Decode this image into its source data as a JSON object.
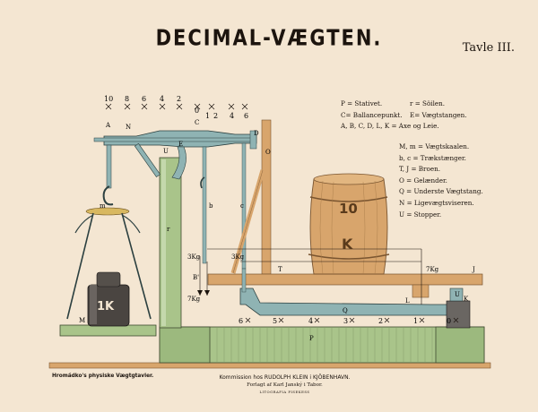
{
  "title": "DECIMAL-VÆGTEN.",
  "plate": "Tavle III.",
  "legend": [
    {
      "left": "P = Stativet.",
      "right": "r = Söilen."
    },
    {
      "left": "C= Ballancepunkt.",
      "right": "E= Vægtstangen."
    },
    {
      "left": "A, B, C, D, L, K = Axe og Leie.",
      "right": ""
    },
    {
      "left": "",
      "right": ""
    },
    {
      "left": "M, m = Vægtskaalen.",
      "right": ""
    },
    {
      "left": "b, c = Trækstænger.",
      "right": ""
    },
    {
      "left": "T, J = Broen.",
      "right": ""
    },
    {
      "left": "O = Gelænder.",
      "right": ""
    },
    {
      "left": "Q = Underste Vægtstang.",
      "right": ""
    },
    {
      "left": "N = Ligevægtsviseren.",
      "right": ""
    },
    {
      "left": "U = Stopper.",
      "right": ""
    }
  ],
  "scale_top_left": [
    "10",
    "8",
    "6",
    "4",
    "2"
  ],
  "scale_top_right": [
    "0",
    "1",
    "2",
    "4",
    "6"
  ],
  "scale_bottom": [
    "6",
    "5",
    "4",
    "3",
    "2",
    "1",
    "0"
  ],
  "part_labels": {
    "A": "A",
    "N": "N",
    "m": "m",
    "E": "E",
    "U": "U",
    "C": "C",
    "D": "D",
    "r": "r",
    "b": "b",
    "c": "c",
    "O": "O",
    "T": "T",
    "J": "J",
    "B": "B'",
    "L": "L",
    "K": "K",
    "U2": "U",
    "Q": "Q",
    "P": "P",
    "M": "M"
  },
  "weights": {
    "w3_left": "3Kg",
    "w3_mid": "3Kg",
    "w7_left": "7Kg",
    "w7_right": "7Kg",
    "block": "1K",
    "barrel_top": "10",
    "barrel_mid": "K"
  },
  "footer": {
    "left": "Hromádko's physiske Vægtgtavler.",
    "center_line1": "Kommission hos RUDOLPH KLEIN i KJÖBENHAVN.",
    "center_line2": "Forlagt af Karl Janský i Tabor.",
    "center_line3": "LITOGRAFIA PISEKESS"
  },
  "colors": {
    "paper": "#f4e6d2",
    "green": "#a9c48a",
    "blue_steel": "#8fb3b3",
    "wood": "#d8a56c",
    "dark": "#3f3a36"
  }
}
